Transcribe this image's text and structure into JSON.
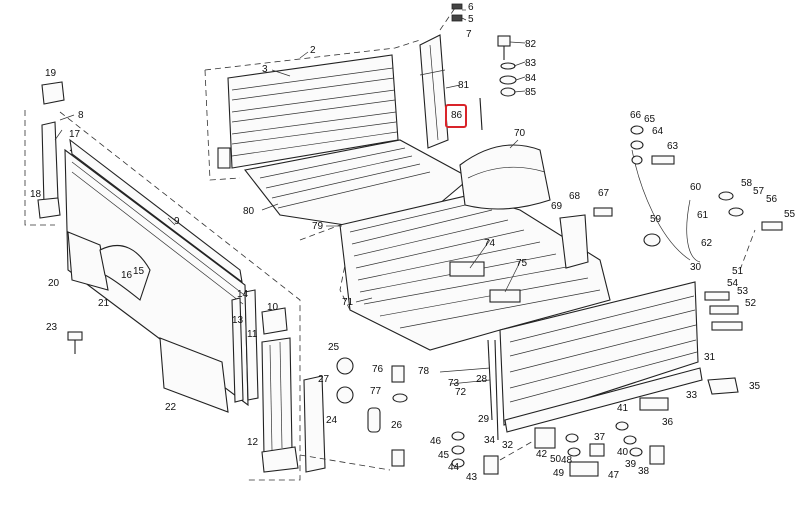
{
  "highlight_color": "#d9242a",
  "highlighted_label": "86",
  "callouts": [
    "2",
    "3",
    "5",
    "6",
    "7",
    "8",
    "9",
    "10",
    "11",
    "12",
    "13",
    "14",
    "15",
    "16",
    "17",
    "18",
    "19",
    "20",
    "21",
    "22",
    "23",
    "24",
    "25",
    "26",
    "27",
    "28",
    "29",
    "30",
    "31",
    "32",
    "33",
    "34",
    "35",
    "36",
    "37",
    "38",
    "39",
    "40",
    "41",
    "42",
    "43",
    "44",
    "45",
    "46",
    "47",
    "48",
    "49",
    "50",
    "51",
    "52",
    "53",
    "54",
    "55",
    "56",
    "57",
    "58",
    "59",
    "60",
    "61",
    "62",
    "63",
    "64",
    "65",
    "66",
    "67",
    "68",
    "69",
    "70",
    "71",
    "72",
    "73",
    "74",
    "75",
    "76",
    "77",
    "78",
    "79",
    "80",
    "81",
    "82",
    "83",
    "84",
    "85",
    "86"
  ]
}
